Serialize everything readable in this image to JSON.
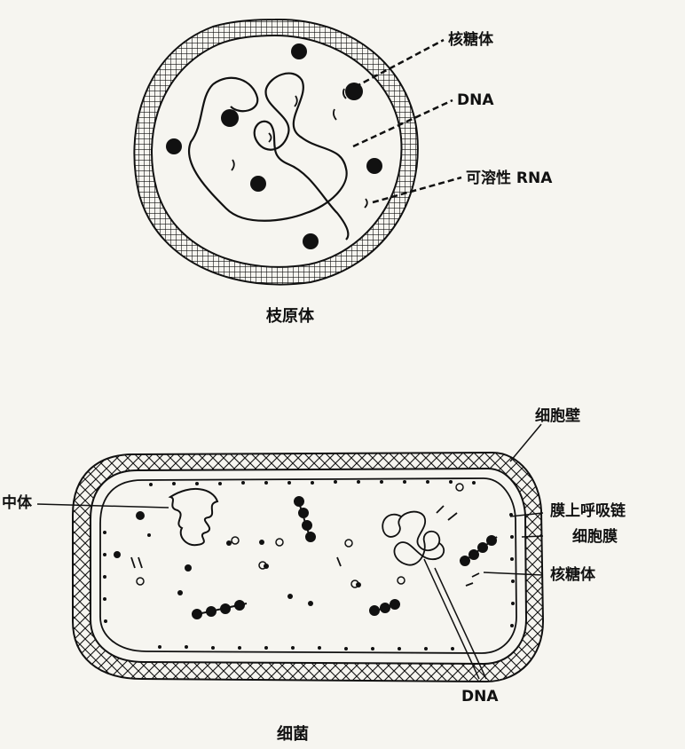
{
  "mycoplasma": {
    "caption": "枝原体",
    "labels": {
      "ribosome": "核糖体",
      "dna": "DNA",
      "soluble_rna": "可溶性 RNA"
    }
  },
  "bacterium": {
    "caption": "细菌",
    "labels": {
      "cell_wall": "细胞壁",
      "mesosome": "中体",
      "respiratory_chain": "膜上呼吸链",
      "cell_membrane": "细胞膜",
      "ribosome": "核糖体",
      "dna": "DNA"
    }
  },
  "colors": {
    "ink": "#111111",
    "paper": "#f6f5f0"
  }
}
